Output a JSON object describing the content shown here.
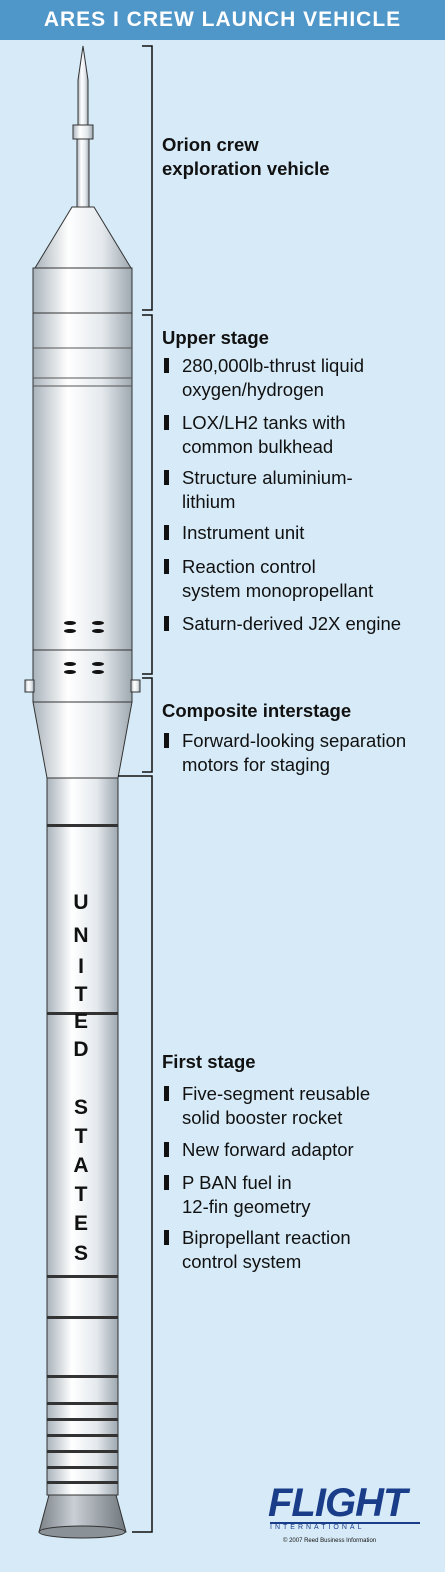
{
  "title": "ARES I CREW LAUNCH VEHICLE",
  "sections": {
    "orion": {
      "heading_line1": "Orion crew",
      "heading_line2": "exploration vehicle"
    },
    "upper_stage": {
      "heading": "Upper stage",
      "bullets": [
        [
          "280,000lb-thrust liquid",
          "oxygen/hydrogen"
        ],
        [
          "LOX/LH2 tanks with",
          "common bulkhead"
        ],
        [
          "Structure aluminium-",
          "lithium"
        ],
        [
          "Instrument unit"
        ],
        [
          "Reaction control",
          "system monopropellant"
        ],
        [
          "Saturn-derived J2X engine"
        ]
      ]
    },
    "interstage": {
      "heading": "Composite interstage",
      "bullets": [
        [
          "Forward-looking separation",
          "motors for staging"
        ]
      ]
    },
    "first_stage": {
      "heading": "First stage",
      "bullets": [
        [
          "Five-segment reusable",
          "solid booster rocket"
        ],
        [
          "New forward adaptor"
        ],
        [
          "P BAN fuel in",
          "12-fin geometry"
        ],
        [
          "Bipropellant reaction",
          "control system"
        ]
      ]
    }
  },
  "booster_lettering": [
    "U",
    "N",
    "I",
    "T",
    "E",
    "D",
    "S",
    "T",
    "A",
    "T",
    "E",
    "S"
  ],
  "logo": {
    "name": "FLIGHT",
    "sub": "INTERNATIONAL",
    "copyright": "© 2007 Reed Business Information"
  },
  "colors": {
    "title_bar": "#4f96c9",
    "background": "#d6eaf7",
    "logo": "#1a3d8a"
  }
}
